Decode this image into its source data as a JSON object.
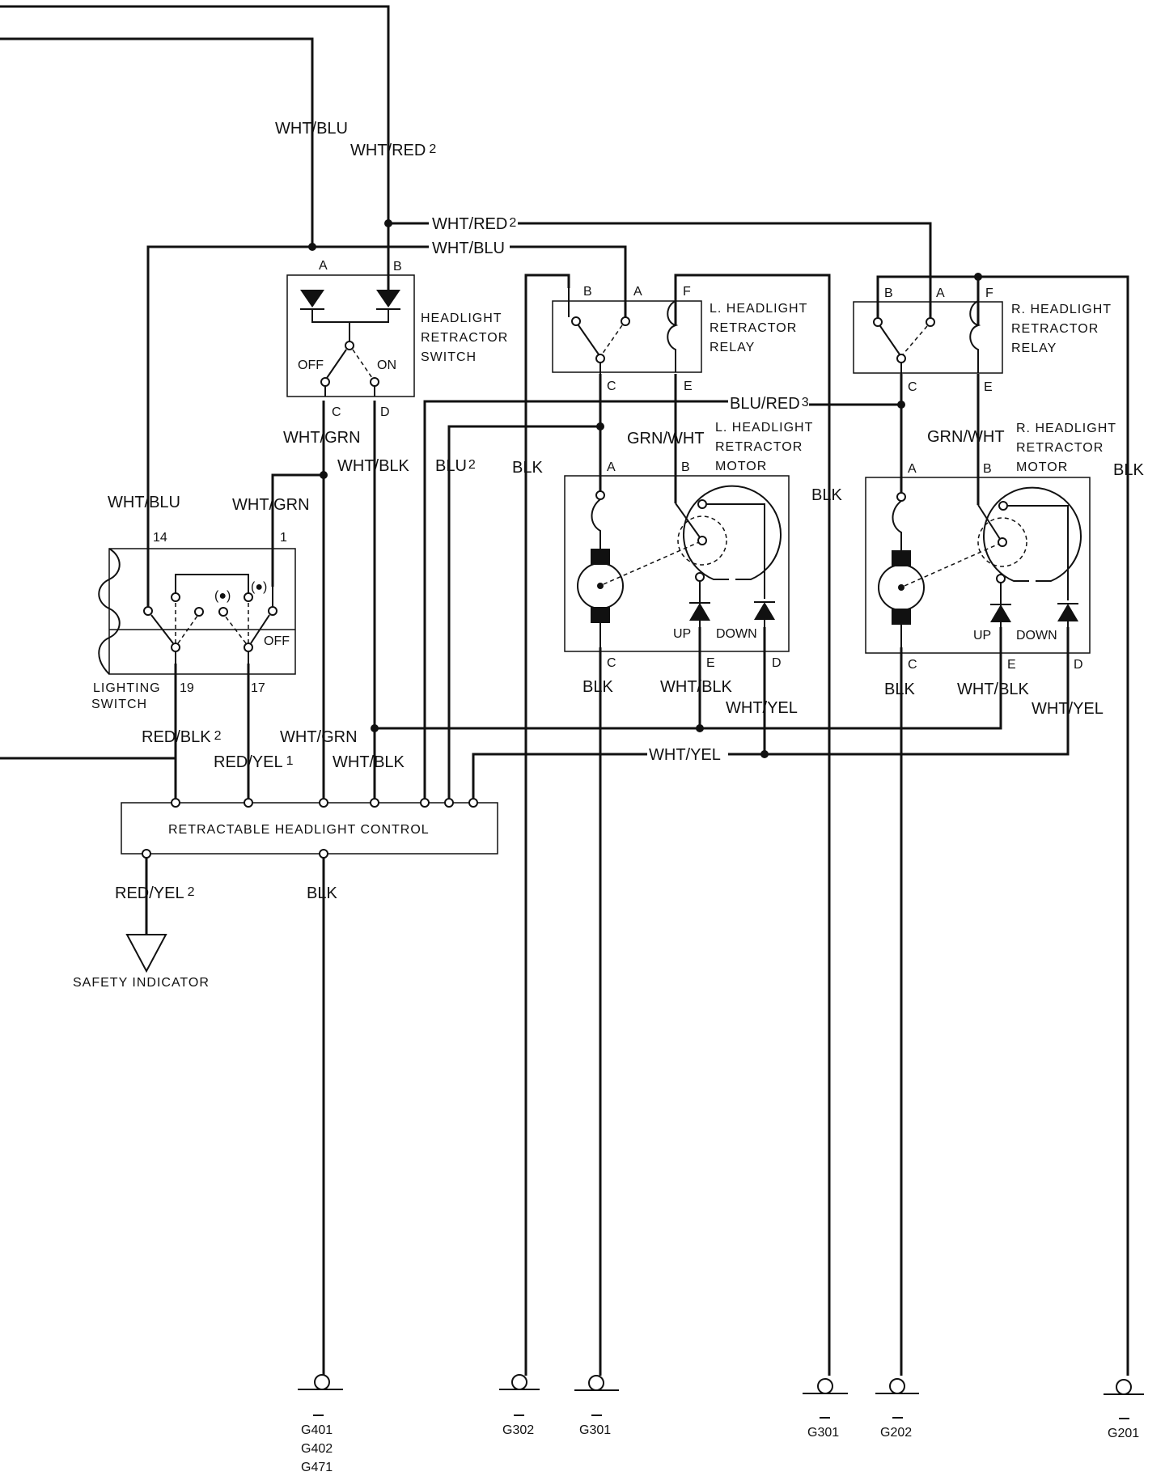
{
  "wires": {
    "wht_blu_top": "WHT/BLU",
    "wht_red_top": "WHT/RED",
    "wht_red_top_note": "2",
    "wht_red_bus": "WHT/RED",
    "wht_red_bus_note": "2",
    "wht_blu_bus": "WHT/BLU",
    "wht_grn_sw": "WHT/GRN",
    "wht_blk_sw": "WHT/BLK",
    "wht_blu_ls": "WHT/BLU",
    "wht_grn_ls": "WHT/GRN",
    "blu": "BLU",
    "blu_note": "2",
    "blk_l_relay": "BLK",
    "blu_red": "BLU/RED",
    "blu_red_note": "3",
    "grn_wht_l": "GRN/WHT",
    "grn_wht_r": "GRN/WHT",
    "blk_l_relay_f": "BLK",
    "blk_g201": "BLK",
    "blk_l_motor": "BLK",
    "wht_blk_l_motor": "WHT/BLK",
    "wht_yel_l_motor": "WHT/YEL",
    "blk_r_motor": "BLK",
    "wht_blk_r_motor": "WHT/BLK",
    "wht_yel_r_motor": "WHT/YEL",
    "red_blk": "RED/BLK",
    "red_blk_note": "2",
    "red_yel_ctrl": "RED/YEL",
    "red_yel_ctrl_note": "1",
    "wht_grn_ctrl": "WHT/GRN",
    "wht_blk_ctrl": "WHT/BLK",
    "wht_yel_bus": "WHT/YEL",
    "red_yel_safety": "RED/YEL",
    "red_yel_safety_note": "2",
    "blk_ctrl": "BLK"
  },
  "components": {
    "headlight_switch": {
      "line1": "HEADLIGHT",
      "line2": "RETRACTOR",
      "line3": "SWITCH",
      "off": "OFF",
      "on": "ON",
      "pin_a": "A",
      "pin_b": "B",
      "pin_c": "C",
      "pin_d": "D"
    },
    "l_relay": {
      "line1": "L. HEADLIGHT",
      "line2": "RETRACTOR",
      "line3": "RELAY",
      "pin_a": "A",
      "pin_b": "B",
      "pin_c": "C",
      "pin_e": "E",
      "pin_f": "F"
    },
    "r_relay": {
      "line1": "R. HEADLIGHT",
      "line2": "RETRACTOR",
      "line3": "RELAY",
      "pin_a": "A",
      "pin_b": "B",
      "pin_c": "C",
      "pin_e": "E",
      "pin_f": "F"
    },
    "l_motor": {
      "line1": "L. HEADLIGHT",
      "line2": "RETRACTOR",
      "line3": "MOTOR",
      "pin_a": "A",
      "pin_b": "B",
      "pin_c": "C",
      "pin_d": "D",
      "pin_e": "E",
      "up": "UP",
      "down": "DOWN"
    },
    "r_motor": {
      "line1": "R. HEADLIGHT",
      "line2": "RETRACTOR",
      "line3": "MOTOR",
      "pin_a": "A",
      "pin_b": "B",
      "pin_c": "C",
      "pin_d": "D",
      "pin_e": "E",
      "up": "UP",
      "down": "DOWN"
    },
    "lighting_switch": {
      "line1": "LIGHTING",
      "line2": "SWITCH",
      "pin_14": "14",
      "pin_1": "1",
      "pin_19": "19",
      "pin_17": "17",
      "off": "OFF"
    },
    "control": {
      "label": "RETRACTABLE HEADLIGHT CONTROL"
    },
    "safety": {
      "label": "SAFETY INDICATOR"
    }
  },
  "grounds": {
    "g_ctrl": [
      "G401",
      "G402",
      "G471"
    ],
    "g302": "G302",
    "g301_a": "G301",
    "g301_b": "G301",
    "g202": "G202",
    "g201": "G201"
  }
}
